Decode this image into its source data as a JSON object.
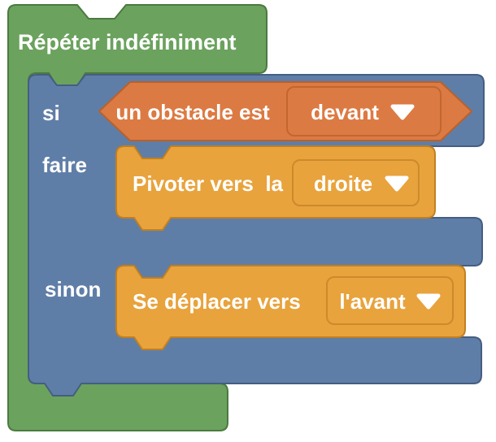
{
  "workspace": {
    "background": "#ffffff"
  },
  "colors": {
    "green_fill": "#6BA25E",
    "green_stroke": "#4C7A40",
    "blue_fill": "#5F7EA7",
    "blue_stroke": "#455E82",
    "orange_fill": "#E8A33D",
    "orange_stroke": "#C2801F",
    "hex_fill": "#DC7A43",
    "hex_stroke": "#B8612C",
    "dropdown_stroke_orange": "#CD8A2B",
    "dropdown_stroke_hex": "#C1672E",
    "text": "#FFFFFF"
  },
  "blocks": {
    "repeat_forever": {
      "label": "Répéter indéfiniment"
    },
    "if_else": {
      "if_label": "si",
      "do_label": "faire",
      "else_label": "sinon"
    },
    "condition": {
      "text": "un obstacle est",
      "dropdown_value": "devant"
    },
    "pivot": {
      "text": "Pivoter vers  la",
      "dropdown_value": "droite"
    },
    "move": {
      "text": "Se déplacer vers",
      "dropdown_value": "l'avant"
    }
  }
}
